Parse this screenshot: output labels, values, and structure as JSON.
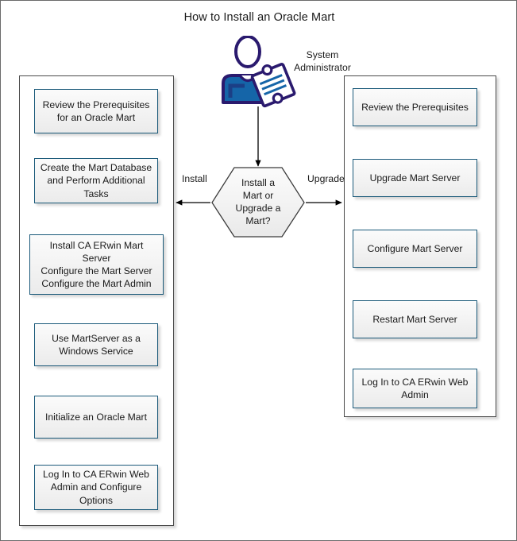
{
  "page": {
    "title": "How to Install an Oracle Mart"
  },
  "actor": {
    "icon": "person-with-clipboard-icon",
    "caption_line1": "System",
    "caption_line2": "Administrator",
    "caption": "System Administrator",
    "body_color": "#1565a8",
    "outline_color": "#2a1a6e"
  },
  "decision": {
    "icon": "hexagon-decision-icon",
    "line1": "Install a",
    "line2": "Mart or",
    "line3": "Upgrade a",
    "line4": "Mart?",
    "text": "Install a Mart or Upgrade a Mart?",
    "branch_left_label": "Install",
    "branch_right_label": "Upgrade"
  },
  "install_branch": {
    "steps": [
      {
        "line1": "Review the Prerequisites",
        "line2": "for an Oracle Mart"
      },
      {
        "line1": "Create the Mart Database",
        "line2": "and Perform Additional",
        "line3": "Tasks"
      },
      {
        "line1": "Install CA ERwin Mart Server",
        "line2": "Configure the Mart Server",
        "line3": "Configure the Mart Admin"
      },
      {
        "line1": "Use MartServer as a",
        "line2": "Windows Service"
      },
      {
        "line1": "Initialize an Oracle Mart"
      },
      {
        "line1": "Log In to CA ERwin Web",
        "line2": "Admin and Configure",
        "line3": "Options"
      }
    ]
  },
  "upgrade_branch": {
    "steps": [
      {
        "line1": "Review the Prerequisites"
      },
      {
        "line1": "Upgrade Mart Server"
      },
      {
        "line1": "Configure Mart Server"
      },
      {
        "line1": "Restart Mart Server"
      },
      {
        "line1": "Log In to CA ERwin Web",
        "line2": "Admin"
      }
    ]
  },
  "colors": {
    "node_border": "#1b5a7a",
    "group_border": "#4a4a4a",
    "connector": "#000000",
    "page_border": "#6b6b6b",
    "node_fill_top": "#fbfbfb",
    "node_fill_bottom": "#ebebeb"
  }
}
